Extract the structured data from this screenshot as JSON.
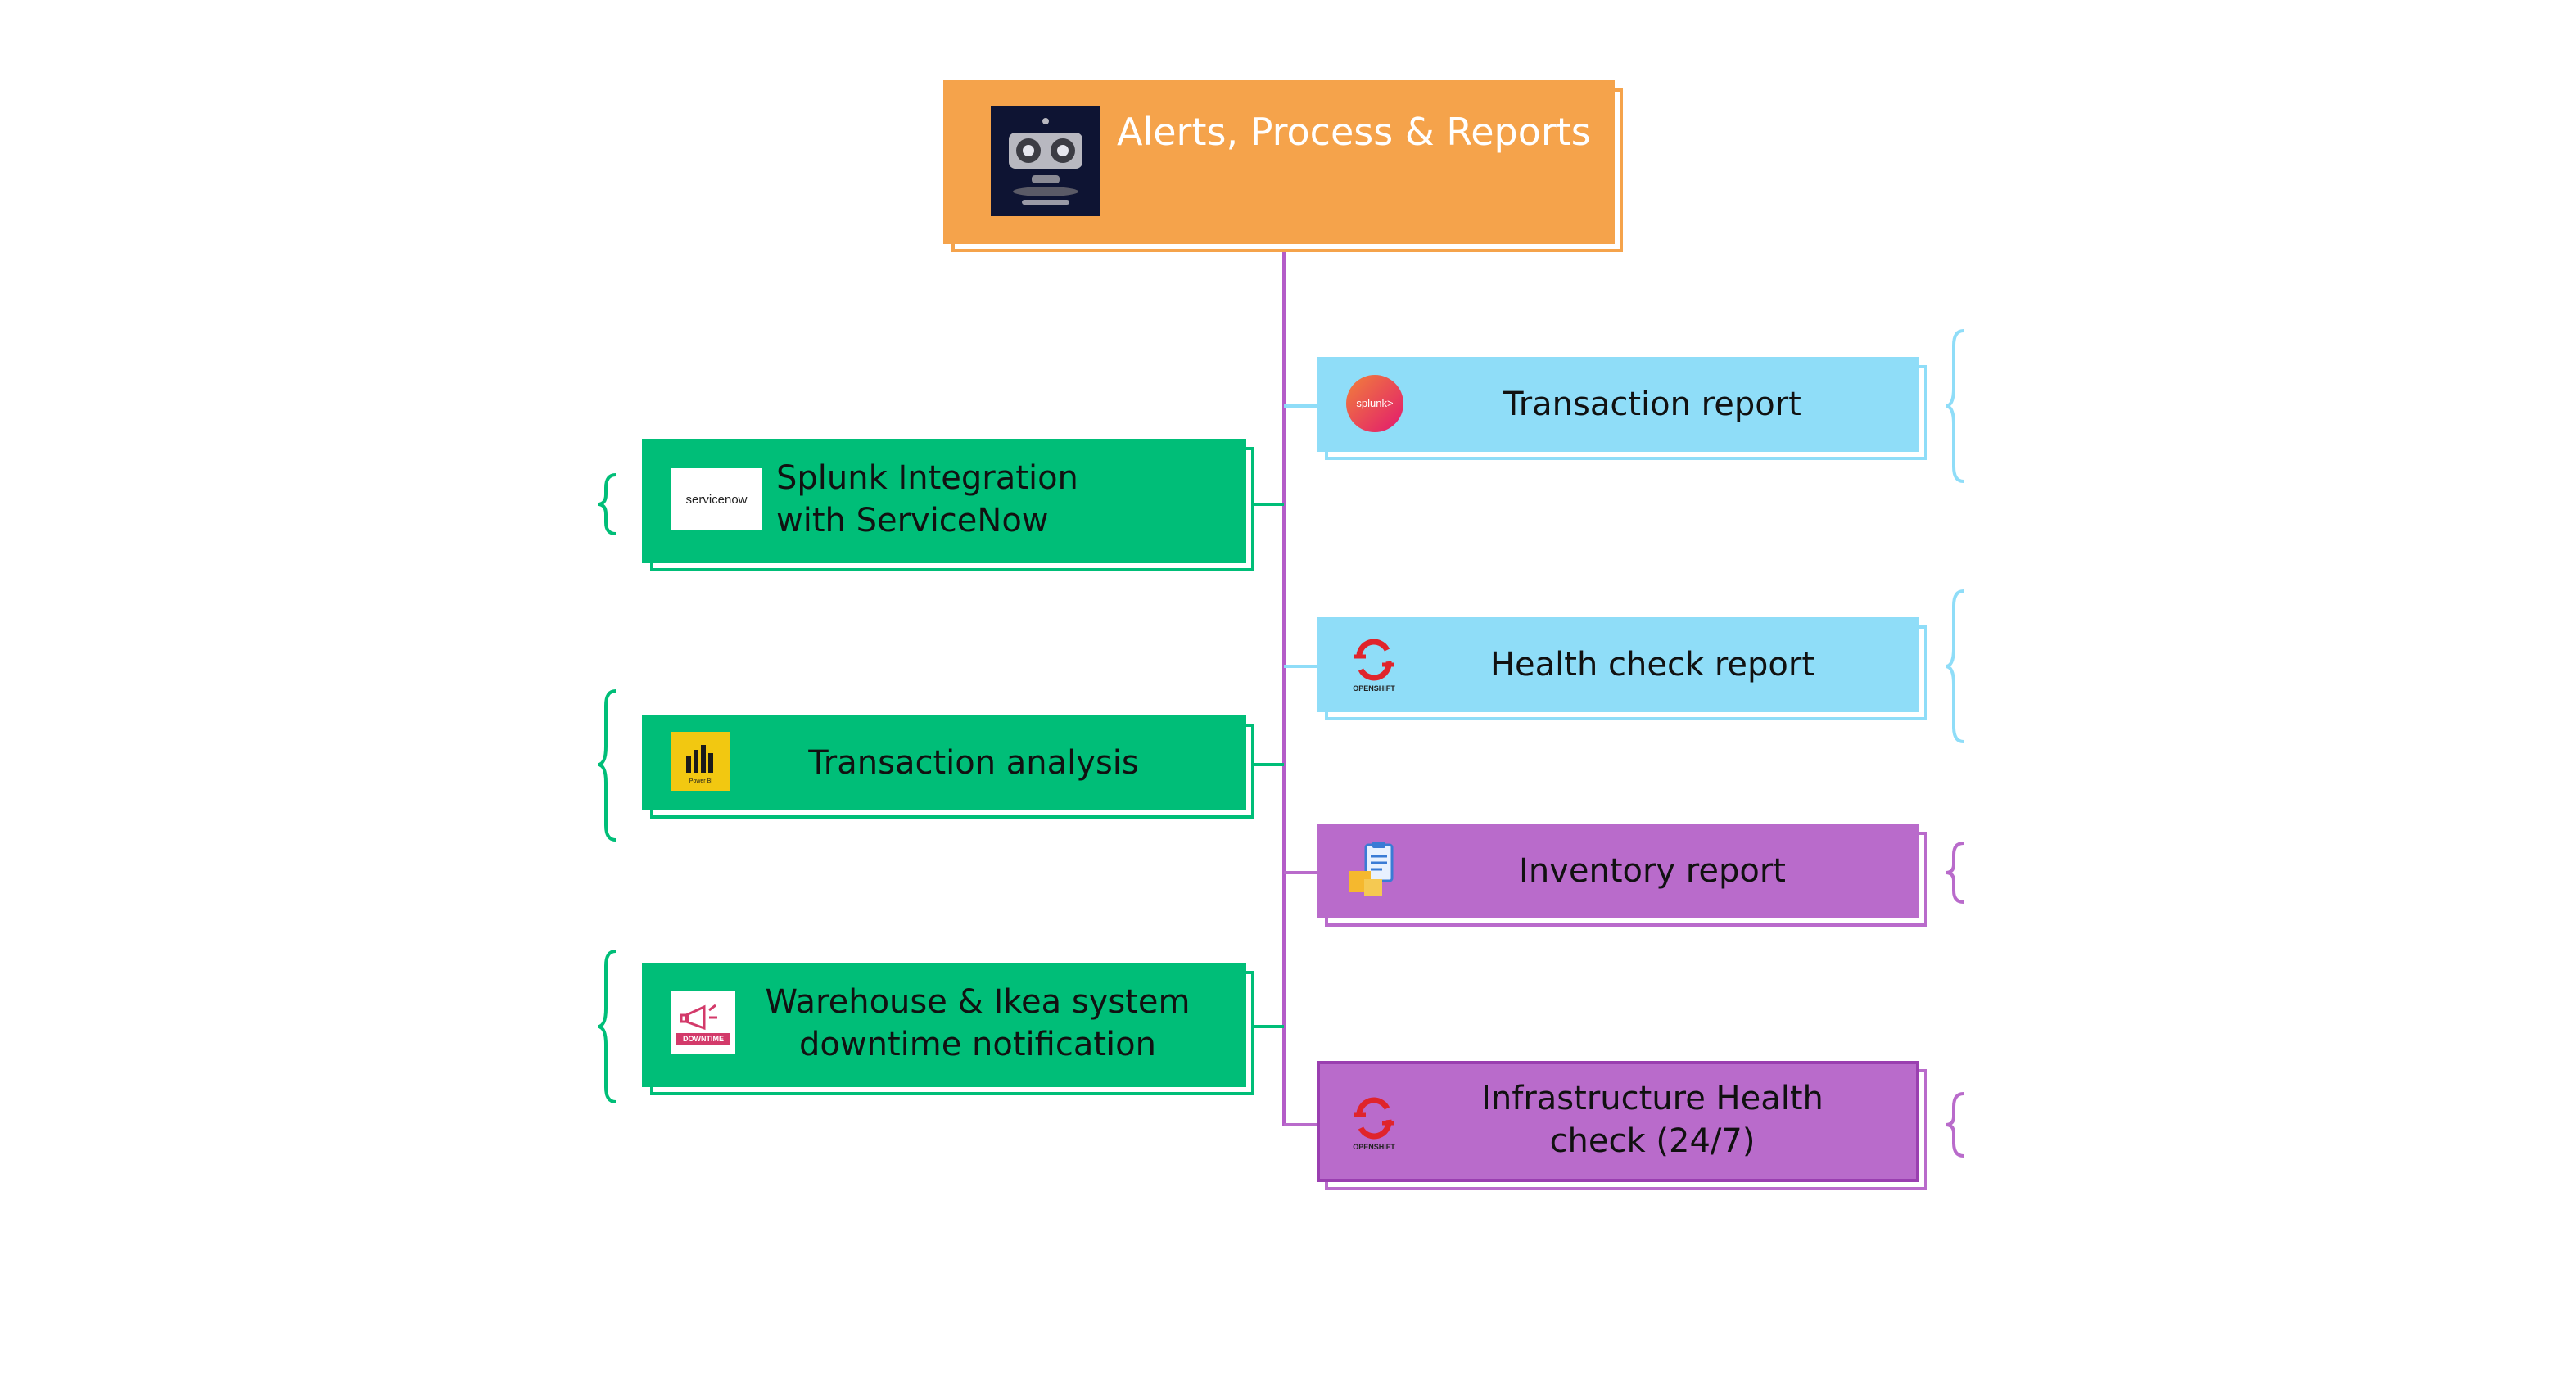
{
  "root": {
    "label": "Alerts, Process & Reports",
    "icon": "robot-face-icon",
    "color": "#F5A34B"
  },
  "left_branches": [
    {
      "label": "Splunk Integration with ServiceNow",
      "icon": "servicenow-logo-icon",
      "icon_text": "servicenow",
      "color": "#00BE78"
    },
    {
      "label": "Transaction analysis",
      "icon": "power-bi-logo-icon",
      "icon_text": "Power BI",
      "color": "#00BE78"
    },
    {
      "label": "Warehouse & Ikea system downtime notification",
      "icon": "downtime-megaphone-icon",
      "icon_text": "DOWNTIME",
      "color": "#00BE78"
    }
  ],
  "right_branches": [
    {
      "label": "Transaction report",
      "icon": "splunk-logo-icon",
      "icon_text": "splunk>",
      "color": "#8FDDF8"
    },
    {
      "label": "Health check report",
      "icon": "openshift-logo-icon",
      "icon_text": "OPENSHIFT",
      "color": "#8FDDF8"
    },
    {
      "label": "Inventory report",
      "icon": "inventory-clipboard-icon",
      "color": "#B96BCB"
    },
    {
      "label": "Infrastructure Health check (24/7)",
      "icon": "openshift-logo-icon",
      "icon_text": "OPENSHIFT",
      "color": "#B96BCB"
    }
  ],
  "connector_color": "#B45CC8"
}
